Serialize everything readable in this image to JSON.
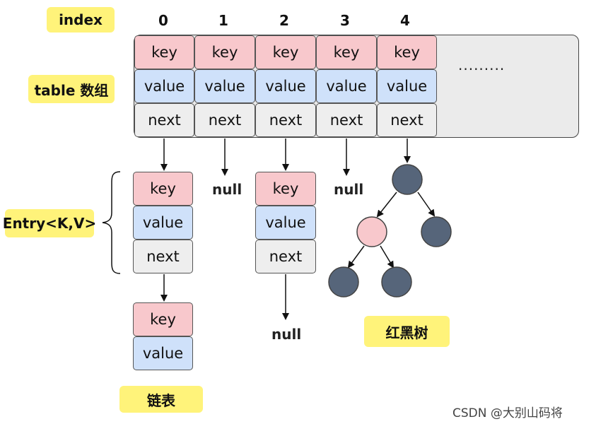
{
  "labels": {
    "index": "index",
    "table": "table 数组",
    "entry": "Entry<K,V>",
    "linked_list": "链表",
    "rb_tree": "红黑树"
  },
  "indices": [
    "0",
    "1",
    "2",
    "3",
    "4"
  ],
  "ellipsis": "·········",
  "cell_labels": {
    "key": "key",
    "value": "value",
    "next": "next"
  },
  "null_label": "null",
  "watermark": "CSDN @大别山码将",
  "colors": {
    "key": "#f8c8cc",
    "value": "#cfe1fa",
    "next": "#eeeeee",
    "highlight": "#fff37a",
    "tree_black_node": "#56657a",
    "tree_red_node": "#f8c8cc"
  }
}
